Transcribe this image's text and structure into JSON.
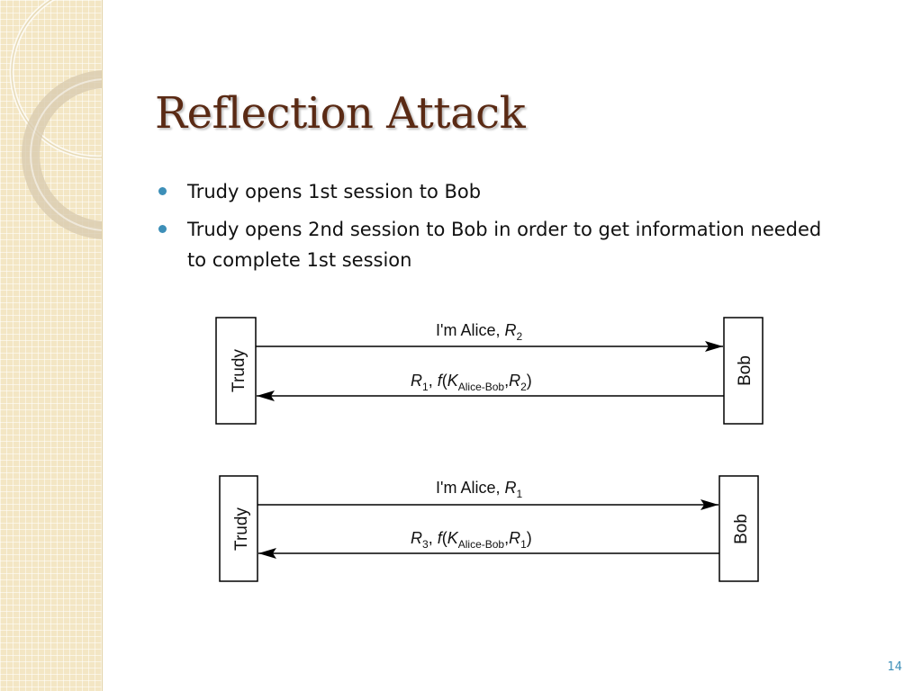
{
  "slide": {
    "title": "Reflection Attack",
    "page_number": "14",
    "accent_color": "#3d8fb8",
    "title_color": "#5a2a14",
    "sidebar_color": "#f3e6c4"
  },
  "bullets": [
    {
      "text": "Trudy opens 1st session to Bob"
    },
    {
      "text": "Trudy opens 2nd session to Bob in order to get information needed to complete 1st session"
    }
  ],
  "diagram": {
    "session1": {
      "left_party": "Trudy",
      "right_party": "Bob",
      "message1": {
        "text": "I'm Alice, ",
        "r_sub": "2"
      },
      "message2": {
        "r_sub": "1",
        "mid": ", ",
        "f": "f",
        "paren_open": "(",
        "k": "K",
        "k_sub": "Alice-Bob",
        "comma": ",",
        "r2_sub": "2",
        "paren_close": ")"
      }
    },
    "session2": {
      "left_party": "Trudy",
      "right_party": "Bob",
      "message1": {
        "text": "I'm Alice, ",
        "r_sub": "1"
      },
      "message2": {
        "r_sub": "3",
        "mid": ", ",
        "f": "f",
        "paren_open": "(",
        "k": "K",
        "k_sub": "Alice-Bob",
        "comma": ",",
        "r2_sub": "1",
        "paren_close": ")"
      }
    },
    "r_symbol": "R"
  }
}
